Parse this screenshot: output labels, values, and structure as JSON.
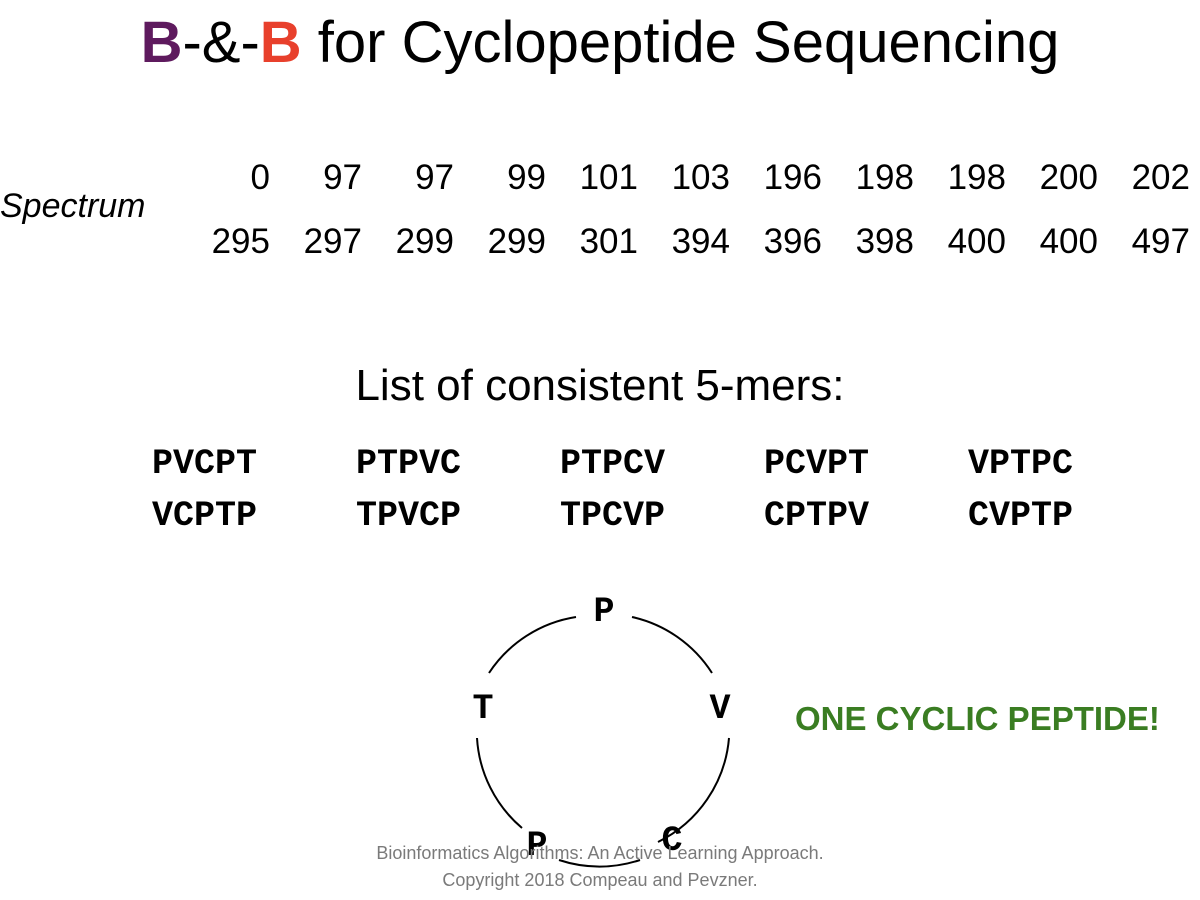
{
  "title": {
    "first_b": "B",
    "sep1": "-&-",
    "second_b": "B",
    "rest": " for Cyclopeptide Sequencing"
  },
  "spectrum": {
    "label": "Spectrum",
    "row1": [
      "0",
      "97",
      "97",
      "99",
      "101",
      "103",
      "196",
      "198",
      "198",
      "200",
      "202"
    ],
    "row2": [
      "295",
      "297",
      "299",
      "299",
      "301",
      "394",
      "396",
      "398",
      "400",
      "400",
      "497"
    ]
  },
  "kmers": {
    "heading": "List of consistent 5-mers:",
    "row1": [
      "PVCPT",
      "PTPVC",
      "PTPCV",
      "PCVPT",
      "VPTPC"
    ],
    "row2": [
      "VCPTP",
      "TPVCP",
      "TPCVP",
      "CPTPV",
      "CVPTP"
    ]
  },
  "cycle": {
    "nodes": [
      "P",
      "V",
      "C",
      "P",
      "T"
    ]
  },
  "result": "ONE CYCLIC PEPTIDE!",
  "footer": {
    "line1": "Bioinformatics Algorithms: An Active Learning Approach.",
    "line2": "Copyright 2018 Compeau and Pevzner."
  },
  "colors": {
    "first_b": "#5e1a5e",
    "second_b": "#e8402c",
    "result": "#3a7d22",
    "footer": "#7a7a7a"
  }
}
